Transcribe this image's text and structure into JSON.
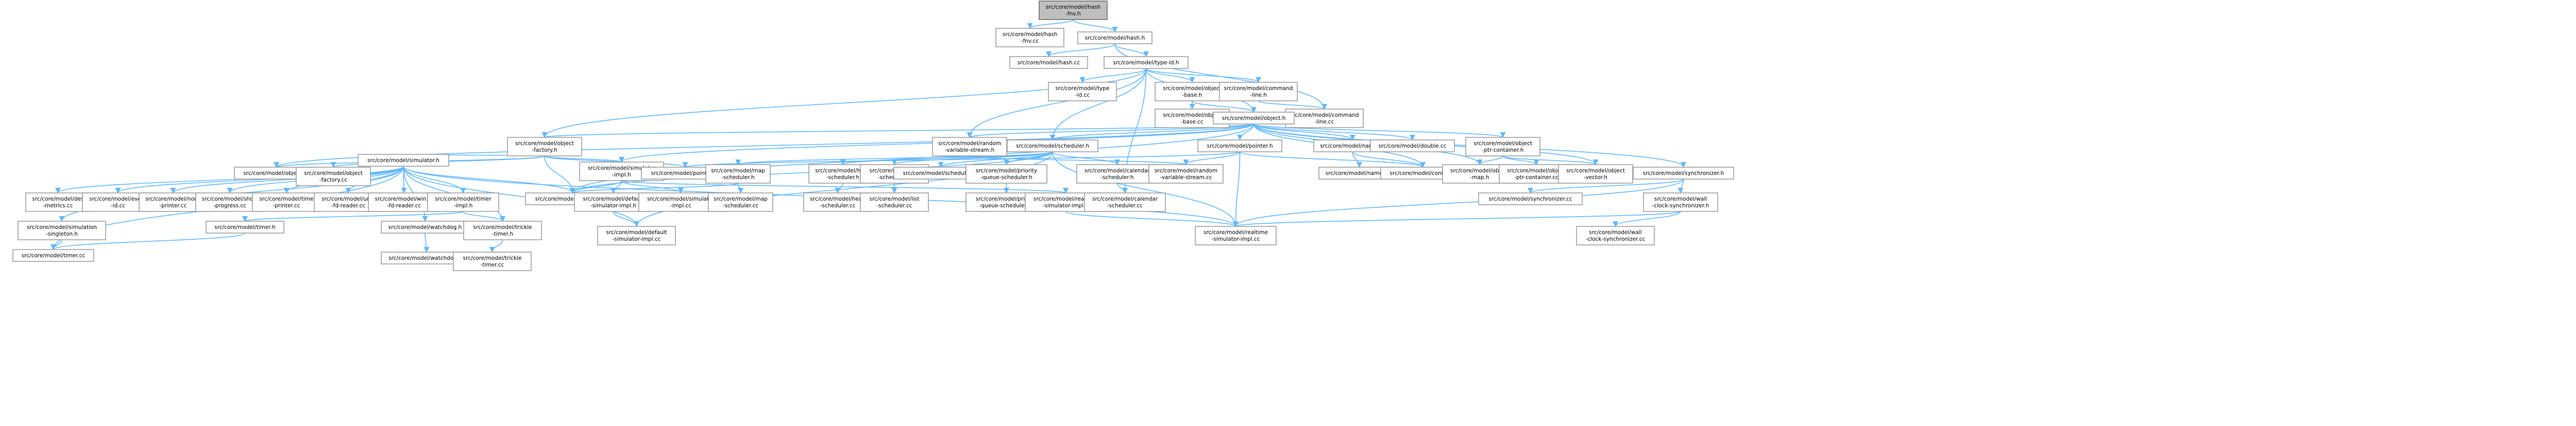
{
  "colors": {
    "edge": "#63b8ff",
    "node_border": "#999999",
    "root_fill": "#bfbfbf",
    "background": "#ffffff"
  },
  "nodes": [
    {
      "id": "fnv_h",
      "lines": [
        "src/core/model/hash",
        "-fnv.h"
      ],
      "root": true
    },
    {
      "id": "fnv_cc",
      "lines": [
        "src/core/model/hash",
        "-fnv.cc"
      ]
    },
    {
      "id": "hash_h",
      "lines": [
        "src/core/model/hash.h"
      ]
    },
    {
      "id": "hash_cc",
      "lines": [
        "src/core/model/hash.cc"
      ]
    },
    {
      "id": "typeid_h",
      "lines": [
        "src/core/model/type-id.h"
      ]
    },
    {
      "id": "typeid_cc",
      "lines": [
        "src/core/model/type",
        "-id.cc"
      ]
    },
    {
      "id": "objbase_h",
      "lines": [
        "src/core/model/object",
        "-base.h"
      ]
    },
    {
      "id": "cmdline_h",
      "lines": [
        "src/core/model/command",
        "-line.h"
      ]
    },
    {
      "id": "objbase_cc",
      "lines": [
        "src/core/model/object",
        "-base.cc"
      ]
    },
    {
      "id": "cmdline_cc",
      "lines": [
        "src/core/model/command",
        "-line.cc"
      ]
    },
    {
      "id": "object_h",
      "lines": [
        "src/core/model/object.h"
      ]
    },
    {
      "id": "objfactory_h",
      "lines": [
        "src/core/model/object",
        "-factory.h"
      ]
    },
    {
      "id": "rvs_h",
      "lines": [
        "src/core/model/random",
        "-variable-stream.h"
      ]
    },
    {
      "id": "scheduler_h",
      "lines": [
        "src/core/model/scheduler.h"
      ]
    },
    {
      "id": "pointer_h",
      "lines": [
        "src/core/model/pointer.h"
      ]
    },
    {
      "id": "names_h",
      "lines": [
        "src/core/model/names.h"
      ]
    },
    {
      "id": "double_cc",
      "lines": [
        "src/core/model/double.cc"
      ]
    },
    {
      "id": "optrc_h",
      "lines": [
        "src/core/model/object",
        "-ptr-container.h"
      ]
    },
    {
      "id": "object_cc",
      "lines": [
        "src/core/model/object.cc"
      ]
    },
    {
      "id": "objfactory_cc",
      "lines": [
        "src/core/model/object",
        "-factory.cc"
      ]
    },
    {
      "id": "simulator_h",
      "lines": [
        "src/core/model/simulator.h"
      ]
    },
    {
      "id": "simimpl_h",
      "lines": [
        "src/core/model/simulator",
        "-impl.h"
      ]
    },
    {
      "id": "pointer_cc",
      "lines": [
        "src/core/model/pointer.cc"
      ]
    },
    {
      "id": "mapsched_h",
      "lines": [
        "src/core/model/map",
        "-scheduler.h"
      ]
    },
    {
      "id": "heapsched_h",
      "lines": [
        "src/core/model/heap",
        "-scheduler.h"
      ]
    },
    {
      "id": "listsched_h",
      "lines": [
        "src/core/model/list",
        "-scheduler.h"
      ]
    },
    {
      "id": "scheduler_cc",
      "lines": [
        "src/core/model/scheduler.cc"
      ]
    },
    {
      "id": "pqsched_h",
      "lines": [
        "src/core/model/priority",
        "-queue-scheduler.h"
      ]
    },
    {
      "id": "calsched_h",
      "lines": [
        "src/core/model/calendar",
        "-scheduler.h"
      ]
    },
    {
      "id": "rvs_cc",
      "lines": [
        "src/core/model/random",
        "-variable-stream.cc"
      ]
    },
    {
      "id": "names_cc",
      "lines": [
        "src/core/model/names.cc"
      ]
    },
    {
      "id": "config_cc",
      "lines": [
        "src/core/model/config.cc"
      ]
    },
    {
      "id": "objmap_h",
      "lines": [
        "src/core/model/object",
        "-map.h"
      ]
    },
    {
      "id": "optrc_cc",
      "lines": [
        "src/core/model/object",
        "-ptr-container.cc"
      ]
    },
    {
      "id": "objvec_h",
      "lines": [
        "src/core/model/object",
        "-vector.h"
      ]
    },
    {
      "id": "sync_h",
      "lines": [
        "src/core/model/synchronizer.h"
      ]
    },
    {
      "id": "desmetrics_cc",
      "lines": [
        "src/core/model/des",
        "-metrics.cc"
      ]
    },
    {
      "id": "eventid_cc",
      "lines": [
        "src/core/model/event",
        "-id.cc"
      ]
    },
    {
      "id": "nodeprinter_cc",
      "lines": [
        "src/core/model/node",
        "-printer.cc"
      ]
    },
    {
      "id": "showprog_cc",
      "lines": [
        "src/core/model/show",
        "-progress.cc"
      ]
    },
    {
      "id": "timeprinter_cc",
      "lines": [
        "src/core/model/time",
        "-printer.cc"
      ]
    },
    {
      "id": "unixfd_cc",
      "lines": [
        "src/core/model/unix",
        "-fd-reader.cc"
      ]
    },
    {
      "id": "win32fd_cc",
      "lines": [
        "src/core/model/win32",
        "-fd-reader.cc"
      ]
    },
    {
      "id": "timerimpl_h",
      "lines": [
        "src/core/model/timer",
        "-impl.h"
      ]
    },
    {
      "id": "simulator_cc",
      "lines": [
        "src/core/model/simulator.cc"
      ]
    },
    {
      "id": "defsimimpl_h",
      "lines": [
        "src/core/model/default",
        "-simulator-impl.h"
      ]
    },
    {
      "id": "simimpl_cc",
      "lines": [
        "src/core/model/simulator",
        "-impl.cc"
      ]
    },
    {
      "id": "mapsched_cc",
      "lines": [
        "src/core/model/map",
        "-scheduler.cc"
      ]
    },
    {
      "id": "heapsched_cc",
      "lines": [
        "src/core/model/heap",
        "-scheduler.cc"
      ]
    },
    {
      "id": "listsched_cc",
      "lines": [
        "src/core/model/list",
        "-scheduler.cc"
      ]
    },
    {
      "id": "pqsched_cc",
      "lines": [
        "src/core/model/priority",
        "-queue-scheduler.cc"
      ]
    },
    {
      "id": "rtsimimpl_h",
      "lines": [
        "src/core/model/realtime",
        "-simulator-impl.h"
      ]
    },
    {
      "id": "calsched_cc",
      "lines": [
        "src/core/model/calendar",
        "-scheduler.cc"
      ]
    },
    {
      "id": "sync_cc",
      "lines": [
        "src/core/model/synchronizer.cc"
      ]
    },
    {
      "id": "wallclock_h",
      "lines": [
        "src/core/model/wall",
        "-clock-synchronizer.h"
      ]
    },
    {
      "id": "simsingleton_h",
      "lines": [
        "src/core/model/simulation",
        "-singleton.h"
      ]
    },
    {
      "id": "timer_h",
      "lines": [
        "src/core/model/timer.h"
      ]
    },
    {
      "id": "watchdog_h",
      "lines": [
        "src/core/model/watchdog.h"
      ]
    },
    {
      "id": "trickle_h",
      "lines": [
        "src/core/model/trickle",
        "-timer.h"
      ]
    },
    {
      "id": "defsimimpl_cc",
      "lines": [
        "src/core/model/default",
        "-simulator-impl.cc"
      ]
    },
    {
      "id": "rtsimimpl_cc",
      "lines": [
        "src/core/model/realtime",
        "-simulator-impl.cc"
      ]
    },
    {
      "id": "wallclock_cc",
      "lines": [
        "src/core/model/wall",
        "-clock-synchronizer.cc"
      ]
    },
    {
      "id": "timer_cc",
      "lines": [
        "src/core/model/timer.cc"
      ]
    },
    {
      "id": "watchdog_cc",
      "lines": [
        "src/core/model/watchdog.cc"
      ]
    },
    {
      "id": "trickle_cc",
      "lines": [
        "src/core/model/trickle",
        "-timer.cc"
      ]
    }
  ],
  "edges": [
    [
      "fnv_h",
      "fnv_cc"
    ],
    [
      "fnv_h",
      "hash_h"
    ],
    [
      "hash_h",
      "hash_cc"
    ],
    [
      "hash_h",
      "typeid_h"
    ],
    [
      "hash_h",
      "cmdline_cc"
    ],
    [
      "typeid_h",
      "typeid_cc"
    ],
    [
      "typeid_h",
      "objbase_h"
    ],
    [
      "typeid_h",
      "cmdline_h"
    ],
    [
      "typeid_h",
      "object_h"
    ],
    [
      "typeid_h",
      "objfactory_h"
    ],
    [
      "typeid_h",
      "rvs_h"
    ],
    [
      "typeid_h",
      "calsched_cc"
    ],
    [
      "typeid_h",
      "scheduler_h"
    ],
    [
      "objbase_h",
      "objbase_cc"
    ],
    [
      "objbase_h",
      "object_h"
    ],
    [
      "cmdline_h",
      "cmdline_cc"
    ],
    [
      "object_h",
      "objfactory_h"
    ],
    [
      "object_h",
      "rvs_h"
    ],
    [
      "object_h",
      "scheduler_h"
    ],
    [
      "object_h",
      "pointer_h"
    ],
    [
      "object_h",
      "names_h"
    ],
    [
      "object_h",
      "double_cc"
    ],
    [
      "object_h",
      "optrc_h"
    ],
    [
      "object_h",
      "object_cc"
    ],
    [
      "object_h",
      "config_cc"
    ],
    [
      "object_h",
      "objmap_h"
    ],
    [
      "object_h",
      "objvec_h"
    ],
    [
      "object_h",
      "sync_h"
    ],
    [
      "object_h",
      "simimpl_h"
    ],
    [
      "object_h",
      "simulator_cc"
    ],
    [
      "objfactory_h",
      "object_cc"
    ],
    [
      "objfactory_h",
      "objfactory_cc"
    ],
    [
      "objfactory_h",
      "simulator_h"
    ],
    [
      "objfactory_h",
      "simimpl_h"
    ],
    [
      "objfactory_h",
      "pointer_cc"
    ],
    [
      "objfactory_h",
      "simulator_cc"
    ],
    [
      "rvs_h",
      "rvs_cc"
    ],
    [
      "scheduler_h",
      "mapsched_h"
    ],
    [
      "scheduler_h",
      "heapsched_h"
    ],
    [
      "scheduler_h",
      "listsched_h"
    ],
    [
      "scheduler_h",
      "scheduler_cc"
    ],
    [
      "scheduler_h",
      "pqsched_h"
    ],
    [
      "scheduler_h",
      "calsched_h"
    ],
    [
      "scheduler_h",
      "simulator_cc"
    ],
    [
      "scheduler_h",
      "defsimimpl_cc"
    ],
    [
      "scheduler_h",
      "rtsimimpl_cc"
    ],
    [
      "pointer_h",
      "pointer_cc"
    ],
    [
      "pointer_h",
      "rvs_cc"
    ],
    [
      "pointer_h",
      "config_cc"
    ],
    [
      "pointer_h",
      "rtsimimpl_cc"
    ],
    [
      "names_h",
      "names_cc"
    ],
    [
      "names_h",
      "config_cc"
    ],
    [
      "optrc_h",
      "objmap_h"
    ],
    [
      "optrc_h",
      "optrc_cc"
    ],
    [
      "optrc_h",
      "objvec_h"
    ],
    [
      "simulator_h",
      "desmetrics_cc"
    ],
    [
      "simulator_h",
      "eventid_cc"
    ],
    [
      "simulator_h",
      "nodeprinter_cc"
    ],
    [
      "simulator_h",
      "showprog_cc"
    ],
    [
      "simulator_h",
      "timeprinter_cc"
    ],
    [
      "simulator_h",
      "unixfd_cc"
    ],
    [
      "simulator_h",
      "win32fd_cc"
    ],
    [
      "simulator_h",
      "timerimpl_h"
    ],
    [
      "simulator_h",
      "simulator_cc"
    ],
    [
      "simulator_h",
      "simsingleton_h"
    ],
    [
      "simulator_h",
      "timer_cc"
    ],
    [
      "simulator_h",
      "watchdog_h"
    ],
    [
      "simulator_h",
      "trickle_h"
    ],
    [
      "simulator_h",
      "defsimimpl_cc"
    ],
    [
      "simulator_h",
      "rtsimimpl_cc"
    ],
    [
      "simimpl_h",
      "simulator_cc"
    ],
    [
      "simimpl_h",
      "defsimimpl_h"
    ],
    [
      "simimpl_h",
      "simimpl_cc"
    ],
    [
      "simimpl_h",
      "rtsimimpl_h"
    ],
    [
      "mapsched_h",
      "mapsched_cc"
    ],
    [
      "mapsched_h",
      "simulator_cc"
    ],
    [
      "heapsched_h",
      "heapsched_cc"
    ],
    [
      "listsched_h",
      "listsched_cc"
    ],
    [
      "pqsched_h",
      "pqsched_cc"
    ],
    [
      "calsched_h",
      "calsched_cc"
    ],
    [
      "sync_h",
      "sync_cc"
    ],
    [
      "sync_h",
      "wallclock_h"
    ],
    [
      "sync_h",
      "rtsimimpl_cc"
    ],
    [
      "defsimimpl_h",
      "defsimimpl_cc"
    ],
    [
      "rtsimimpl_h",
      "rtsimimpl_cc"
    ],
    [
      "wallclock_h",
      "rtsimimpl_cc"
    ],
    [
      "wallclock_h",
      "wallclock_cc"
    ],
    [
      "timerimpl_h",
      "timer_h"
    ],
    [
      "timerimpl_h",
      "trickle_h"
    ],
    [
      "simsingleton_h",
      "timer_cc"
    ],
    [
      "timer_h",
      "timer_cc"
    ],
    [
      "watchdog_h",
      "watchdog_cc"
    ],
    [
      "trickle_h",
      "trickle_cc"
    ]
  ]
}
